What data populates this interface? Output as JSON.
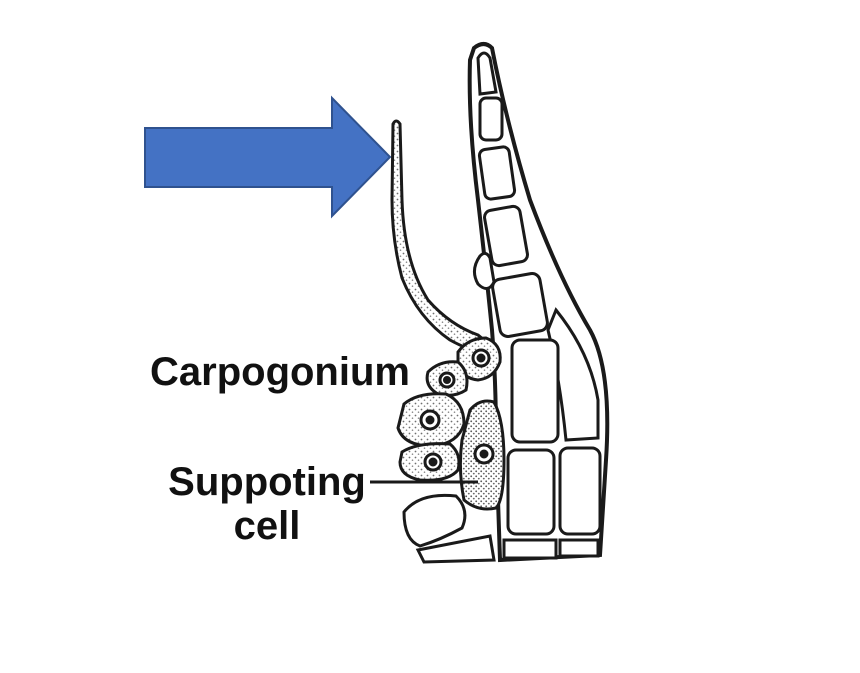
{
  "labels": {
    "carpogonium": "Carpogonium",
    "supporting_line1": "Suppoting",
    "supporting_line2": "cell"
  },
  "colors": {
    "arrow_fill": "#4472C4",
    "arrow_stroke": "#2F528F",
    "outline": "#1a1a1a",
    "stipple": "#9a9a9a"
  }
}
